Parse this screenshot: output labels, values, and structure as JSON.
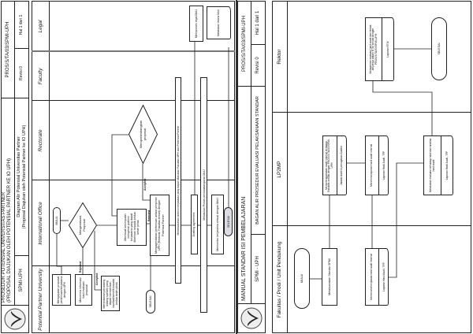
{
  "left_page": {
    "header": {
      "title_line1": "PROSEDUR POTENSIAL UNIVERSITAS PARTNER",
      "title_line2": "(PROPOSAL DIAJUKAN OLEH POTENSIAL PARTNER KE IO UPH)",
      "code": "PROS/S/TA/03/SPMI-UPH",
      "dept": "SPMI-UPH",
      "subtitle_line1": "Diagram Alir Potensial Universitas Partner",
      "subtitle_line2": "(Proposal Diajukan oleh Potensial Partner ke IO UPH)",
      "revision": "Revisi 0",
      "page": "Hal 1 dari 1"
    },
    "lanes": [
      "Potential Partner University",
      "International Office",
      "Rectorate",
      "Faculty",
      "Legal"
    ],
    "nodes": {
      "submit_proposal": "Mengajukan proposal pertemuan/kerjasama dengan UPH",
      "receive_result": "Menerima informasi hasil evaluasi proposal",
      "follow_up": "Menindaklanjuti bidang-bidang spesifik yang dapat memberikan manfaat/benefit kepada kedua belah pihak",
      "end_1": "SELESAI",
      "start": "MULAI",
      "evaluate": "Mengevaluasi Proposal",
      "conclude": "Membuat kesimpulan mengenai potensi kerjasama yang dapat diberikan kepada kedua belah pihak",
      "consider": "Mempertimbangkan proposal",
      "schedule": "Mengagendakan pertemuan antara pimpinan UPH (Rektorat, Fakultas terkait) dengan Potensial Partner",
      "discuss": "Membicarakan potensi kerjasama yang dapat dilakukan Fakultas UPH dan Potensial Partner",
      "drafting": "Drafting agreement",
      "signing": "Melakukan Proses penandatanganan MoU",
      "monitor": "Memonitor kerjasama sesuai dengan MoU",
      "end_2": "SELESAI",
      "legal_process": "Memproses legal MoU",
      "legal_review": "Melakukan review MoU"
    },
    "labels": {
      "rejected_1": "Rejected",
      "accepted_1": "Accepted",
      "rejected_2": "Rejected",
      "accepted_2": "Accepted"
    }
  },
  "right_page": {
    "header": {
      "title": "MANUAL STANDAR ISI PEMBELAJARAN",
      "code": "PROS/S/TA/03/SPMI-UPH",
      "dept": "SPMI - UPH",
      "subtitle": "BAGAN ALIR PROSEDUR EVALUASI PELAKSANAAN STANDAR",
      "revision": "Revisi 0",
      "page": "Hal 1 dari 1"
    },
    "lanes": [
      "Fakultas / Prodi / Unit Pendukung",
      "LP2MP",
      "Rektor"
    ],
    "nodes": {
      "start": "MULAI",
      "implement": "Melaksanakan Standar SPMI",
      "respond": {
        "text": "Memenuhi/menjawab hasil audit internal",
        "output": "Laporan Hasil Audit, TPP"
      },
      "conduct_audit": {
        "text": "Menyelenggarakan audit internal terhadap Fakultas sesuai dengan PROS/S/TA/03/SPMI-UPH",
        "output": "Jadwal Audit & penugasan Auditor"
      },
      "receive_report": {
        "text": "Menerima laporan hasil audit internal",
        "output": "Laporan Hasil Audit, TPP"
      },
      "evaluate": {
        "text": "Melakukan evaluasi terhadap hasil dan analisa hasil audit",
        "output": "Laporan Hasil Audit, TPP"
      },
      "report_rtm": {
        "text": "Melaporkan evaluasi hasil audit dan tindak lanjutnya dalam RTM sesuai dengan PROS/S/TA/03/SPMI-UPH",
        "output": "Laporan RTM"
      },
      "end": "SELESAI"
    }
  }
}
